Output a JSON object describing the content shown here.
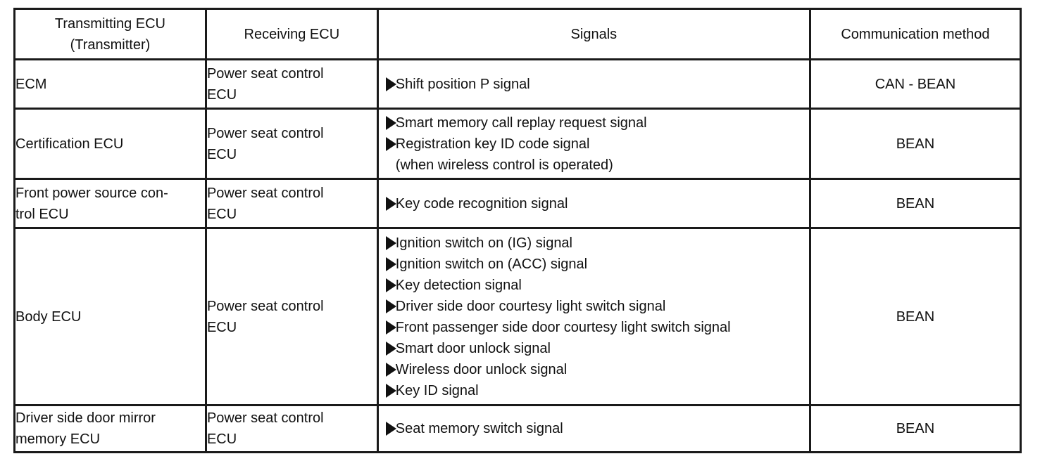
{
  "headers": {
    "transmitting": [
      "Transmitting ECU",
      "(Transmitter)"
    ],
    "receiving": "Receiving ECU",
    "signals": "Signals",
    "method": "Communication method"
  },
  "rows": [
    {
      "transmitter": [
        "ECM"
      ],
      "receiver": [
        "Power seat control",
        "ECU"
      ],
      "signals": [
        {
          "text": "Shift position P signal",
          "bullet": true
        }
      ],
      "method": "CAN - BEAN"
    },
    {
      "transmitter": [
        "Certification ECU"
      ],
      "receiver": [
        "Power seat control",
        "ECU"
      ],
      "signals": [
        {
          "text": "Smart memory call replay request signal",
          "bullet": true
        },
        {
          "text": "Registration key ID code signal",
          "bullet": true
        },
        {
          "text": "(when wireless control is operated)",
          "bullet": false
        }
      ],
      "method": "BEAN"
    },
    {
      "transmitter": [
        "Front power source con-",
        "trol ECU"
      ],
      "receiver": [
        "Power seat control",
        "ECU"
      ],
      "signals": [
        {
          "text": "Key code recognition signal",
          "bullet": true
        }
      ],
      "method": "BEAN"
    },
    {
      "transmitter": [
        "Body ECU"
      ],
      "receiver": [
        "Power seat control",
        "ECU"
      ],
      "signals": [
        {
          "text": "Ignition switch on (IG) signal",
          "bullet": true
        },
        {
          "text": "Ignition switch on (ACC) signal",
          "bullet": true
        },
        {
          "text": "Key detection signal",
          "bullet": true
        },
        {
          "text": "Driver side door courtesy light switch signal",
          "bullet": true
        },
        {
          "text": "Front passenger side door courtesy light switch signal",
          "bullet": true
        },
        {
          "text": "Smart door unlock signal",
          "bullet": true
        },
        {
          "text": "Wireless door unlock signal",
          "bullet": true
        },
        {
          "text": "Key ID signal",
          "bullet": true
        }
      ],
      "method": "BEAN"
    },
    {
      "transmitter": [
        "Driver side door mirror",
        "memory ECU"
      ],
      "receiver": [
        "Power seat control",
        "ECU"
      ],
      "signals": [
        {
          "text": "Seat memory switch signal",
          "bullet": true
        }
      ],
      "method": "BEAN"
    }
  ]
}
